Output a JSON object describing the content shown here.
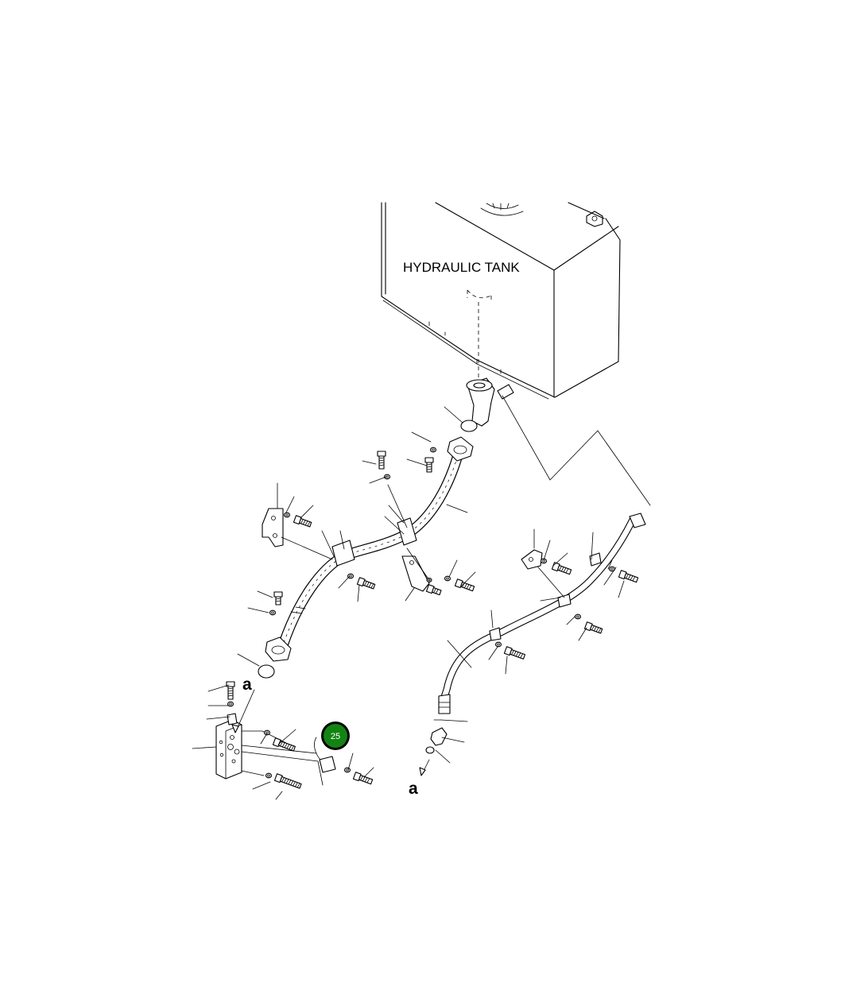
{
  "diagram": {
    "tank_label": "HYDRAULIC TANK",
    "ref_letter_top": "a",
    "ref_letter_bottom": "a",
    "callout": {
      "number": "25",
      "fill_color": "#138413",
      "ring_color": "#000000"
    }
  }
}
